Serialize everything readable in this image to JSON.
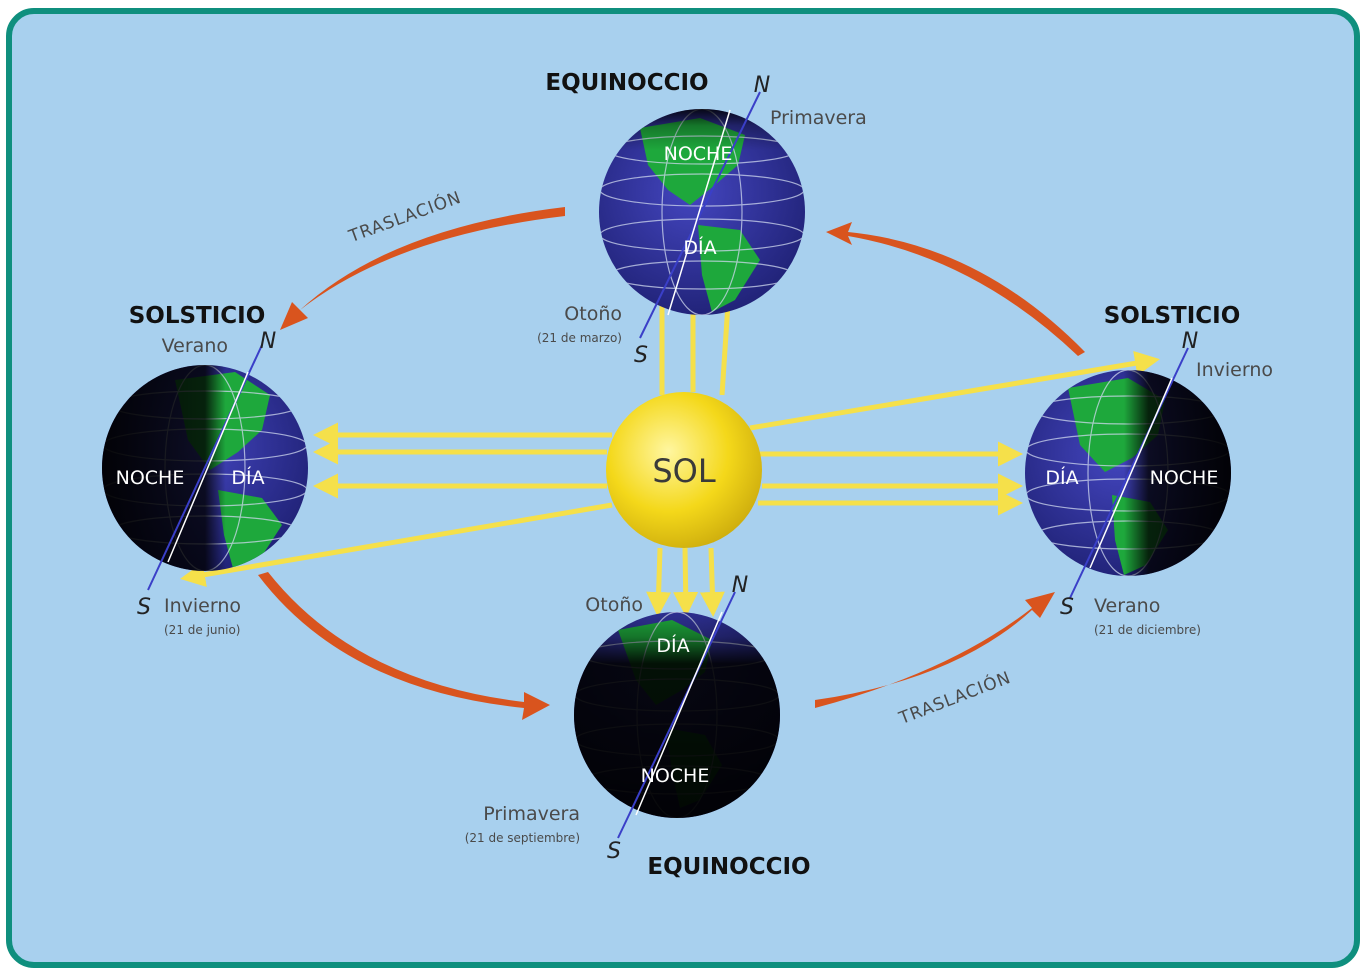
{
  "top": {
    "title": "EQUINOCCIO",
    "north": "N",
    "south": "S",
    "season_north": "Primavera",
    "season_south": "Otoño",
    "date": "(21 de marzo)",
    "night": "NOCHE",
    "day": "DÍA"
  },
  "left": {
    "title": "SOLSTICIO",
    "north": "N",
    "south": "S",
    "season_north": "Verano",
    "season_south": "Invierno",
    "date": "(21 de junio)",
    "night": "NOCHE",
    "day": "DÍA"
  },
  "right": {
    "title": "SOLSTICIO",
    "north": "N",
    "south": "S",
    "season_north": "Invierno",
    "season_south": "Verano",
    "date": "(21 de diciembre)",
    "night": "NOCHE",
    "day": "DÍA"
  },
  "bottom": {
    "title": "EQUINOCCIO",
    "north": "N",
    "south": "S",
    "season_north": "Otoño",
    "season_south": "Primavera",
    "date": "(21 de septiembre)",
    "night": "NOCHE",
    "day": "DÍA"
  },
  "sun": {
    "label": "SOL"
  },
  "orbit": {
    "label_top": "TRASLACIÓN",
    "label_bottom": "TRASLACIÓN"
  },
  "colors": {
    "background": "#a8d0ee",
    "frame": "#0f8f7e",
    "arrow": "#d9541e",
    "ray": "#f5e04a",
    "sun": "#f4d81a",
    "ocean": "#2d2f9a",
    "land": "#1ea83c",
    "night": "#0b0b12"
  }
}
